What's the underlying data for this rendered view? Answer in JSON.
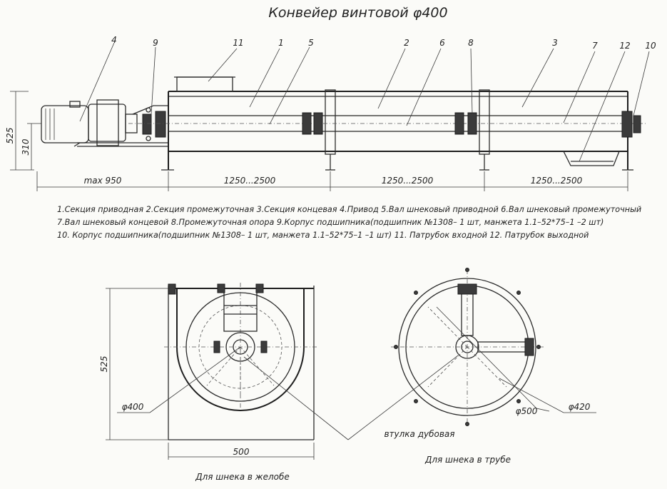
{
  "title": "Конвейер винтовой φ400",
  "callouts": [
    "4",
    "9",
    "11",
    "1",
    "5",
    "2",
    "6",
    "8",
    "3",
    "7",
    "12",
    "10"
  ],
  "dims_top": {
    "height_total": "525",
    "height_axis": "310",
    "max_drive": "max 950",
    "sec1": "1250...2500",
    "sec2": "1250...2500",
    "sec3": "1250...2500"
  },
  "legend": [
    "1.Секция приводная 2.Секция промежуточная 3.Секция концевая 4.Привод 5.Вал шнековый приводной 6.Вал шнековый промежуточный",
    "7.Вал шнековый концевой 8.Промежуточная опора 9.Корпус подшипника(подшипник №1308– 1 шт, манжета 1.1–52*75–1 –2 шт)",
    "10. Корпус подшипника(подшипник №1308– 1 шт, манжета 1.1–52*75–1 –1 шт) 11. Патрубок входной 12. Патрубок выходной"
  ],
  "left_view": {
    "height": "525",
    "width": "500",
    "diameter": "φ400",
    "caption": "Для шнека в желобе"
  },
  "right_view": {
    "d_outer": "φ500",
    "d_inner": "φ420",
    "caption": "Для шнека в трубе"
  },
  "bushing_label": "втулка дубовая"
}
